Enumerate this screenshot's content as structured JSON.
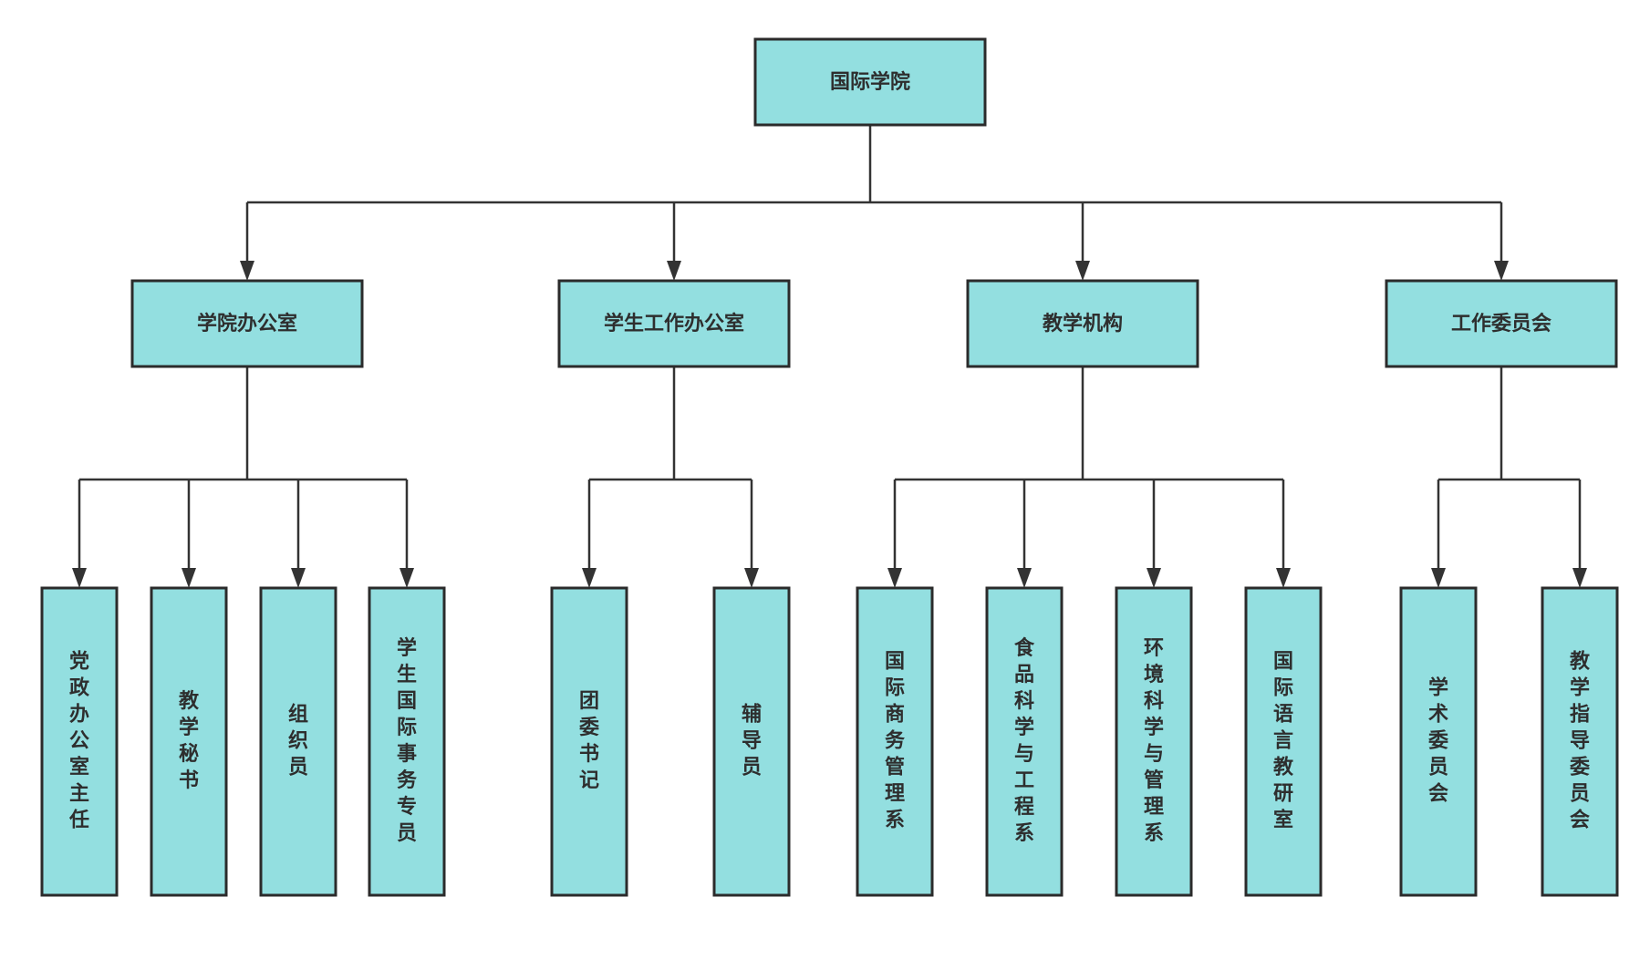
{
  "org": {
    "root": "国际学院",
    "departments": [
      {
        "label": "学院办公室",
        "children": [
          "党政办公室主任",
          "教学秘书",
          "组织员",
          "学生国际事务专员"
        ]
      },
      {
        "label": "学生工作办公室",
        "children": [
          "团委书记",
          "辅导员"
        ]
      },
      {
        "label": "教学机构",
        "children": [
          "国际商务管理系",
          "食品科学与工程系",
          "环境科学与管理系",
          "国际语言教研室"
        ]
      },
      {
        "label": "工作委员会",
        "children": [
          "学术委员会",
          "教学指导委员会"
        ]
      }
    ]
  },
  "colors": {
    "node_fill": "#93dfe0",
    "node_stroke": "#2b2b2b",
    "line": "#333333"
  }
}
